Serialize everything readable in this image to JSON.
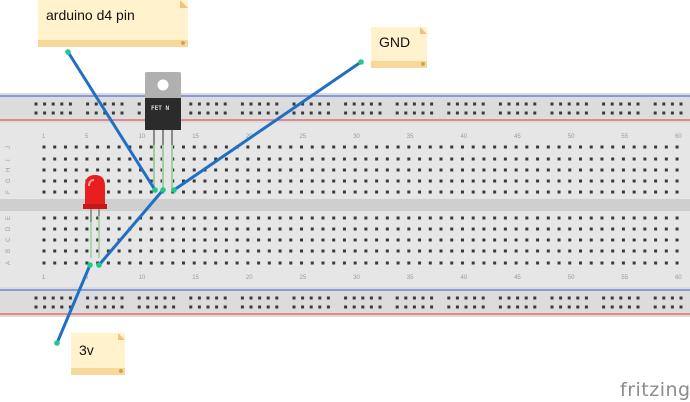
{
  "notes": {
    "d4": "arduino d4 pin",
    "gnd": "GND",
    "v3": "3v"
  },
  "fet_label": "FET N",
  "brand": "fritzing",
  "column_numbers": [
    "1",
    "5",
    "10",
    "15",
    "20",
    "25",
    "30",
    "35",
    "40",
    "45",
    "50",
    "55",
    "60"
  ],
  "row_letters_top": [
    "J",
    "I",
    "H",
    "G",
    "F"
  ],
  "row_letters_bottom": [
    "E",
    "D",
    "C",
    "B",
    "A"
  ],
  "colors": {
    "wire": "#1f6fc4",
    "note_fill": "#fff2cc",
    "note_edge": "#f1c27d",
    "rail_red": "#e05a5a",
    "rail_blue": "#5a6fe0",
    "led": "#e81f1f",
    "fet_body": "#2b2b2b",
    "fet_tab": "#b0b0b0",
    "hole": "#3a3a3a",
    "board": "#e5e5e5"
  }
}
